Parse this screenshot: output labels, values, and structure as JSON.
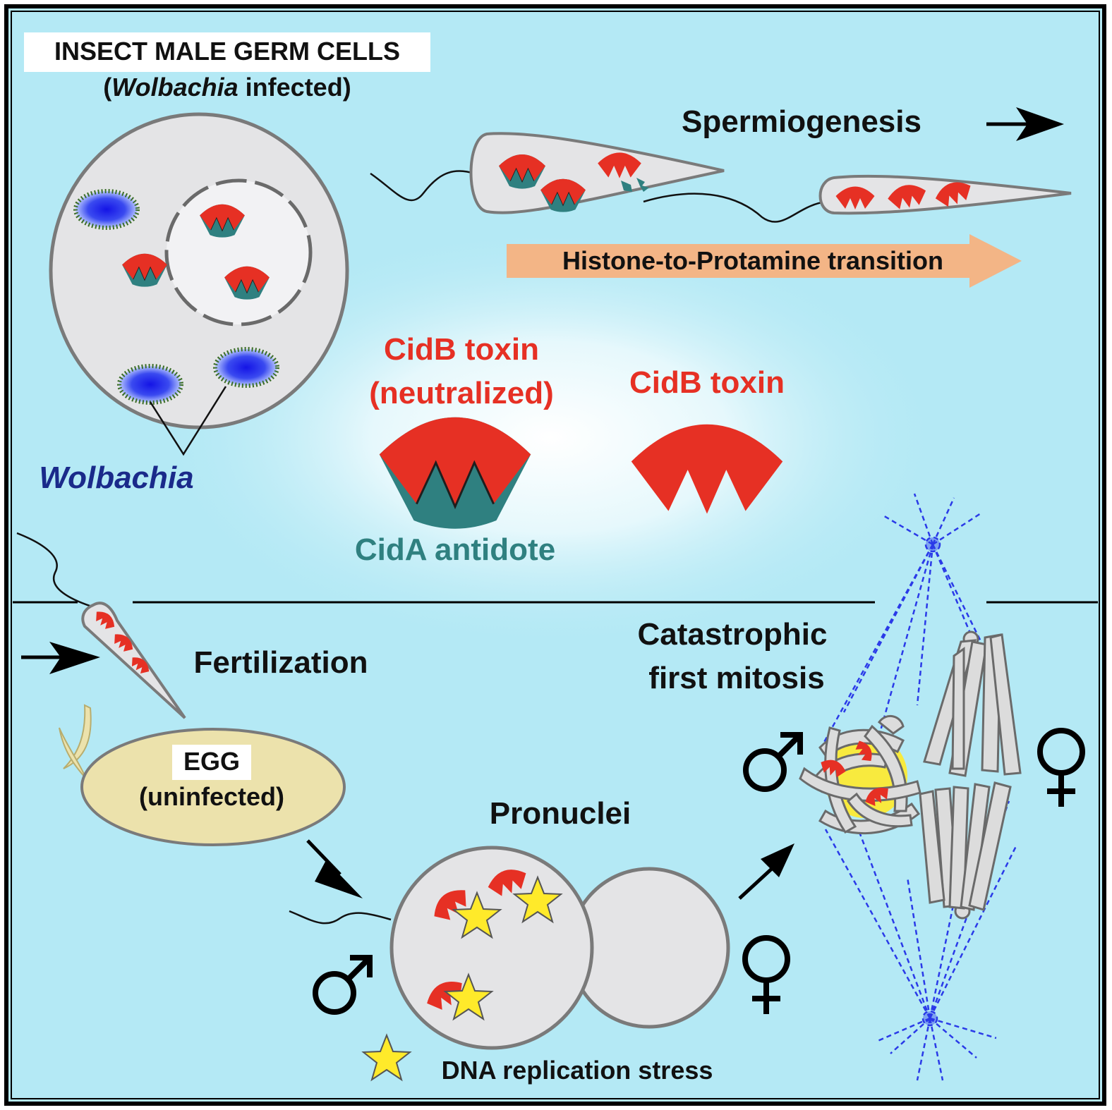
{
  "labels": {
    "germ_cells_title": "INSECT MALE GERM CELLS",
    "germ_cells_paren_open": "(",
    "germ_cells_italic": "Wolbachia",
    "germ_cells_rest": " infected)",
    "spermiogenesis": "Spermiogenesis",
    "histone_transition": "Histone-to-Protamine transition",
    "cidb_neutralized_line1": "CidB toxin",
    "cidb_neutralized_line2": "(neutralized)",
    "cidb_toxin": "CidB toxin",
    "cida_antidote": "CidA antidote",
    "wolbachia": "Wolbachia",
    "fertilization": "Fertilization",
    "egg_title": "EGG",
    "egg_sub": "(uninfected)",
    "pronuclei": "Pronuclei",
    "catastrophic_line1": "Catastrophic",
    "catastrophic_line2": "first mitosis",
    "dna_stress": "DNA replication stress"
  },
  "colors": {
    "background": "#b4e9f5",
    "background_glow": "#ffffff",
    "toxin_red": "#e63024",
    "antidote_teal": "#2f8080",
    "cell_gray": "#e4e4e6",
    "cell_outline": "#7a7a7a",
    "wolbachia_blue": "#1a1ae0",
    "wolbachia_navy": "#1a2a8a",
    "arrow_orange": "#f3b586",
    "egg_yellow": "#ece2ac",
    "star_yellow": "#ffea2a",
    "spindle_blue": "#2a3ae8"
  },
  "icons": [
    "male-symbol-icon",
    "female-symbol-icon",
    "star-icon",
    "arrow-icon"
  ]
}
